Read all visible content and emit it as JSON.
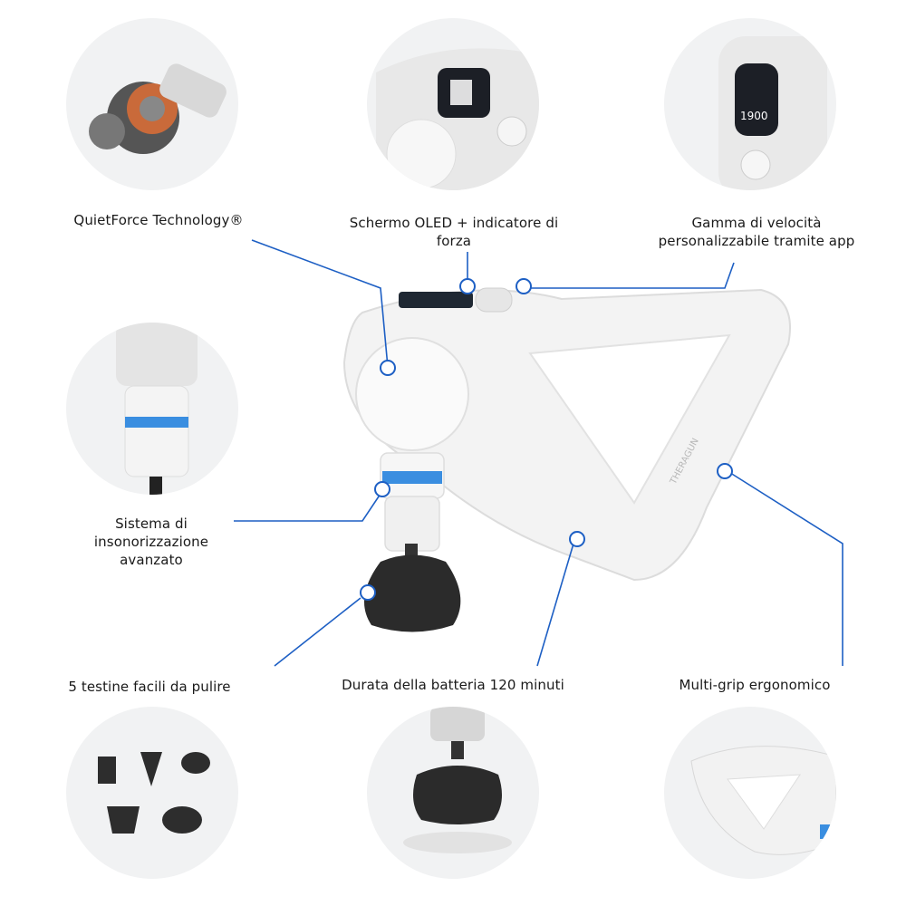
{
  "features": {
    "quietforce": "QuietForce Technology®",
    "oled": "Schermo OLED + indicatore di forza",
    "speed_line1": "Gamma di velocità",
    "speed_line2": "personalizzabile tramite app",
    "insulation": "Sistema di insonorizzazione avanzato",
    "heads": "5 testine facili da pulire",
    "battery": "Durata della batteria 120 minuti",
    "grip": "Multi-grip ergonomico"
  },
  "device": {
    "brand_mark": "THERAGUN",
    "screen_text": "1900"
  },
  "colors": {
    "accent": "#1d5fc4",
    "device_white": "#f2f2f2",
    "head_black": "#2b2b2b",
    "band_blue": "#3a8ee0"
  }
}
